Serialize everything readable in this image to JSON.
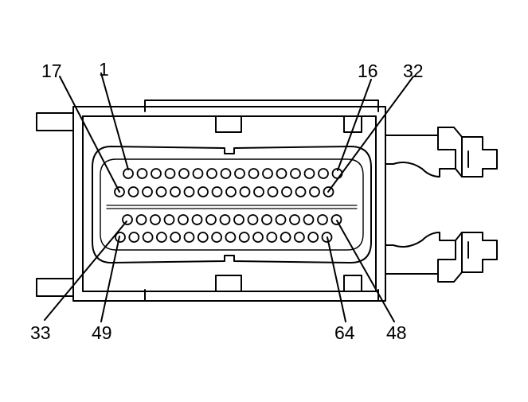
{
  "connector": {
    "pin_rows": [
      {
        "name": "row-1",
        "first_pin": 1,
        "last_pin": 16
      },
      {
        "name": "row-2",
        "first_pin": 17,
        "last_pin": 32
      },
      {
        "name": "row-3",
        "first_pin": 33,
        "last_pin": 48
      },
      {
        "name": "row-4",
        "first_pin": 49,
        "last_pin": 64
      }
    ],
    "labels": {
      "pin_1": "1",
      "pin_16": "16",
      "pin_17": "17",
      "pin_32": "32",
      "pin_33": "33",
      "pin_48": "48",
      "pin_49": "49",
      "pin_64": "64"
    }
  }
}
